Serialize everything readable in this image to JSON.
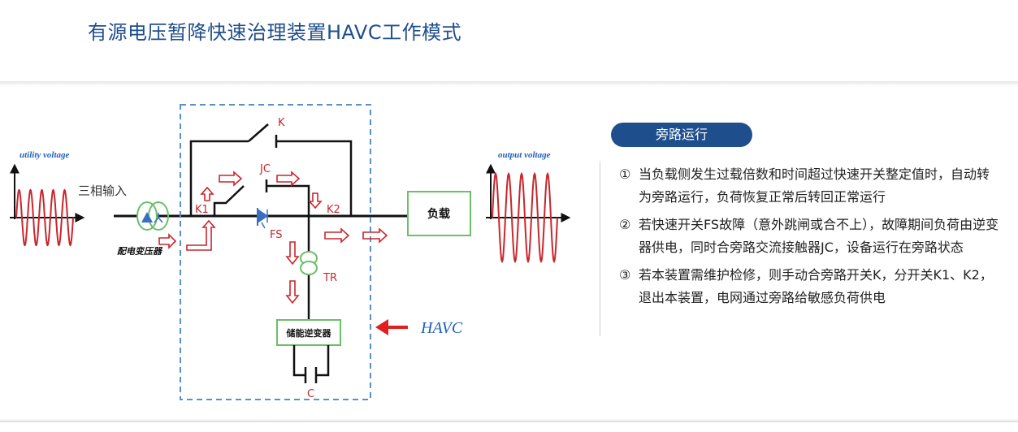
{
  "header": {
    "title": "有源电压暂降快速治理装置HAVC工作模式"
  },
  "diagram": {
    "utility_voltage_label": "utility voltage",
    "output_voltage_label": "output voltage",
    "three_phase_input_label": "三相输入",
    "transformer_label": "配电变压器",
    "switch_k_label": "K",
    "switch_jc_label": "JC",
    "switch_k1_label": "K1",
    "switch_k2_label": "K2",
    "fs_label": "FS",
    "tr_label": "TR",
    "inverter_label": "储能逆变器",
    "capacitor_label": "C",
    "load_label": "负载",
    "havc_label": "HAVC",
    "colors": {
      "line": "#111111",
      "dashed_box": "#5b8fc9",
      "flow_arrow": "#c8262c",
      "sine_wave": "#c8262c",
      "transformer": "#6abf69",
      "load_box": "#6abf69",
      "inverter_box": "#6abf69",
      "havc_text": "#1f5fbf"
    }
  },
  "mode": {
    "badge": "旁路运行",
    "items": [
      {
        "num": "①",
        "text": "当负载侧发生过载倍数和时间超过快速开关整定值时，自动转为旁路运行，负荷恢复正常后转回正常运行"
      },
      {
        "num": "②",
        "text": "若快速开关FS故障（意外跳闸或合不上），故障期间负荷由逆变器供电，同时合旁路交流接触器JC，设备运行在旁路状态"
      },
      {
        "num": "③",
        "text": "若本装置需维护检修，则手动合旁路开关K，分开关K1、K2，退出本装置，电网通过旁路给敏感负荷供电"
      }
    ]
  }
}
